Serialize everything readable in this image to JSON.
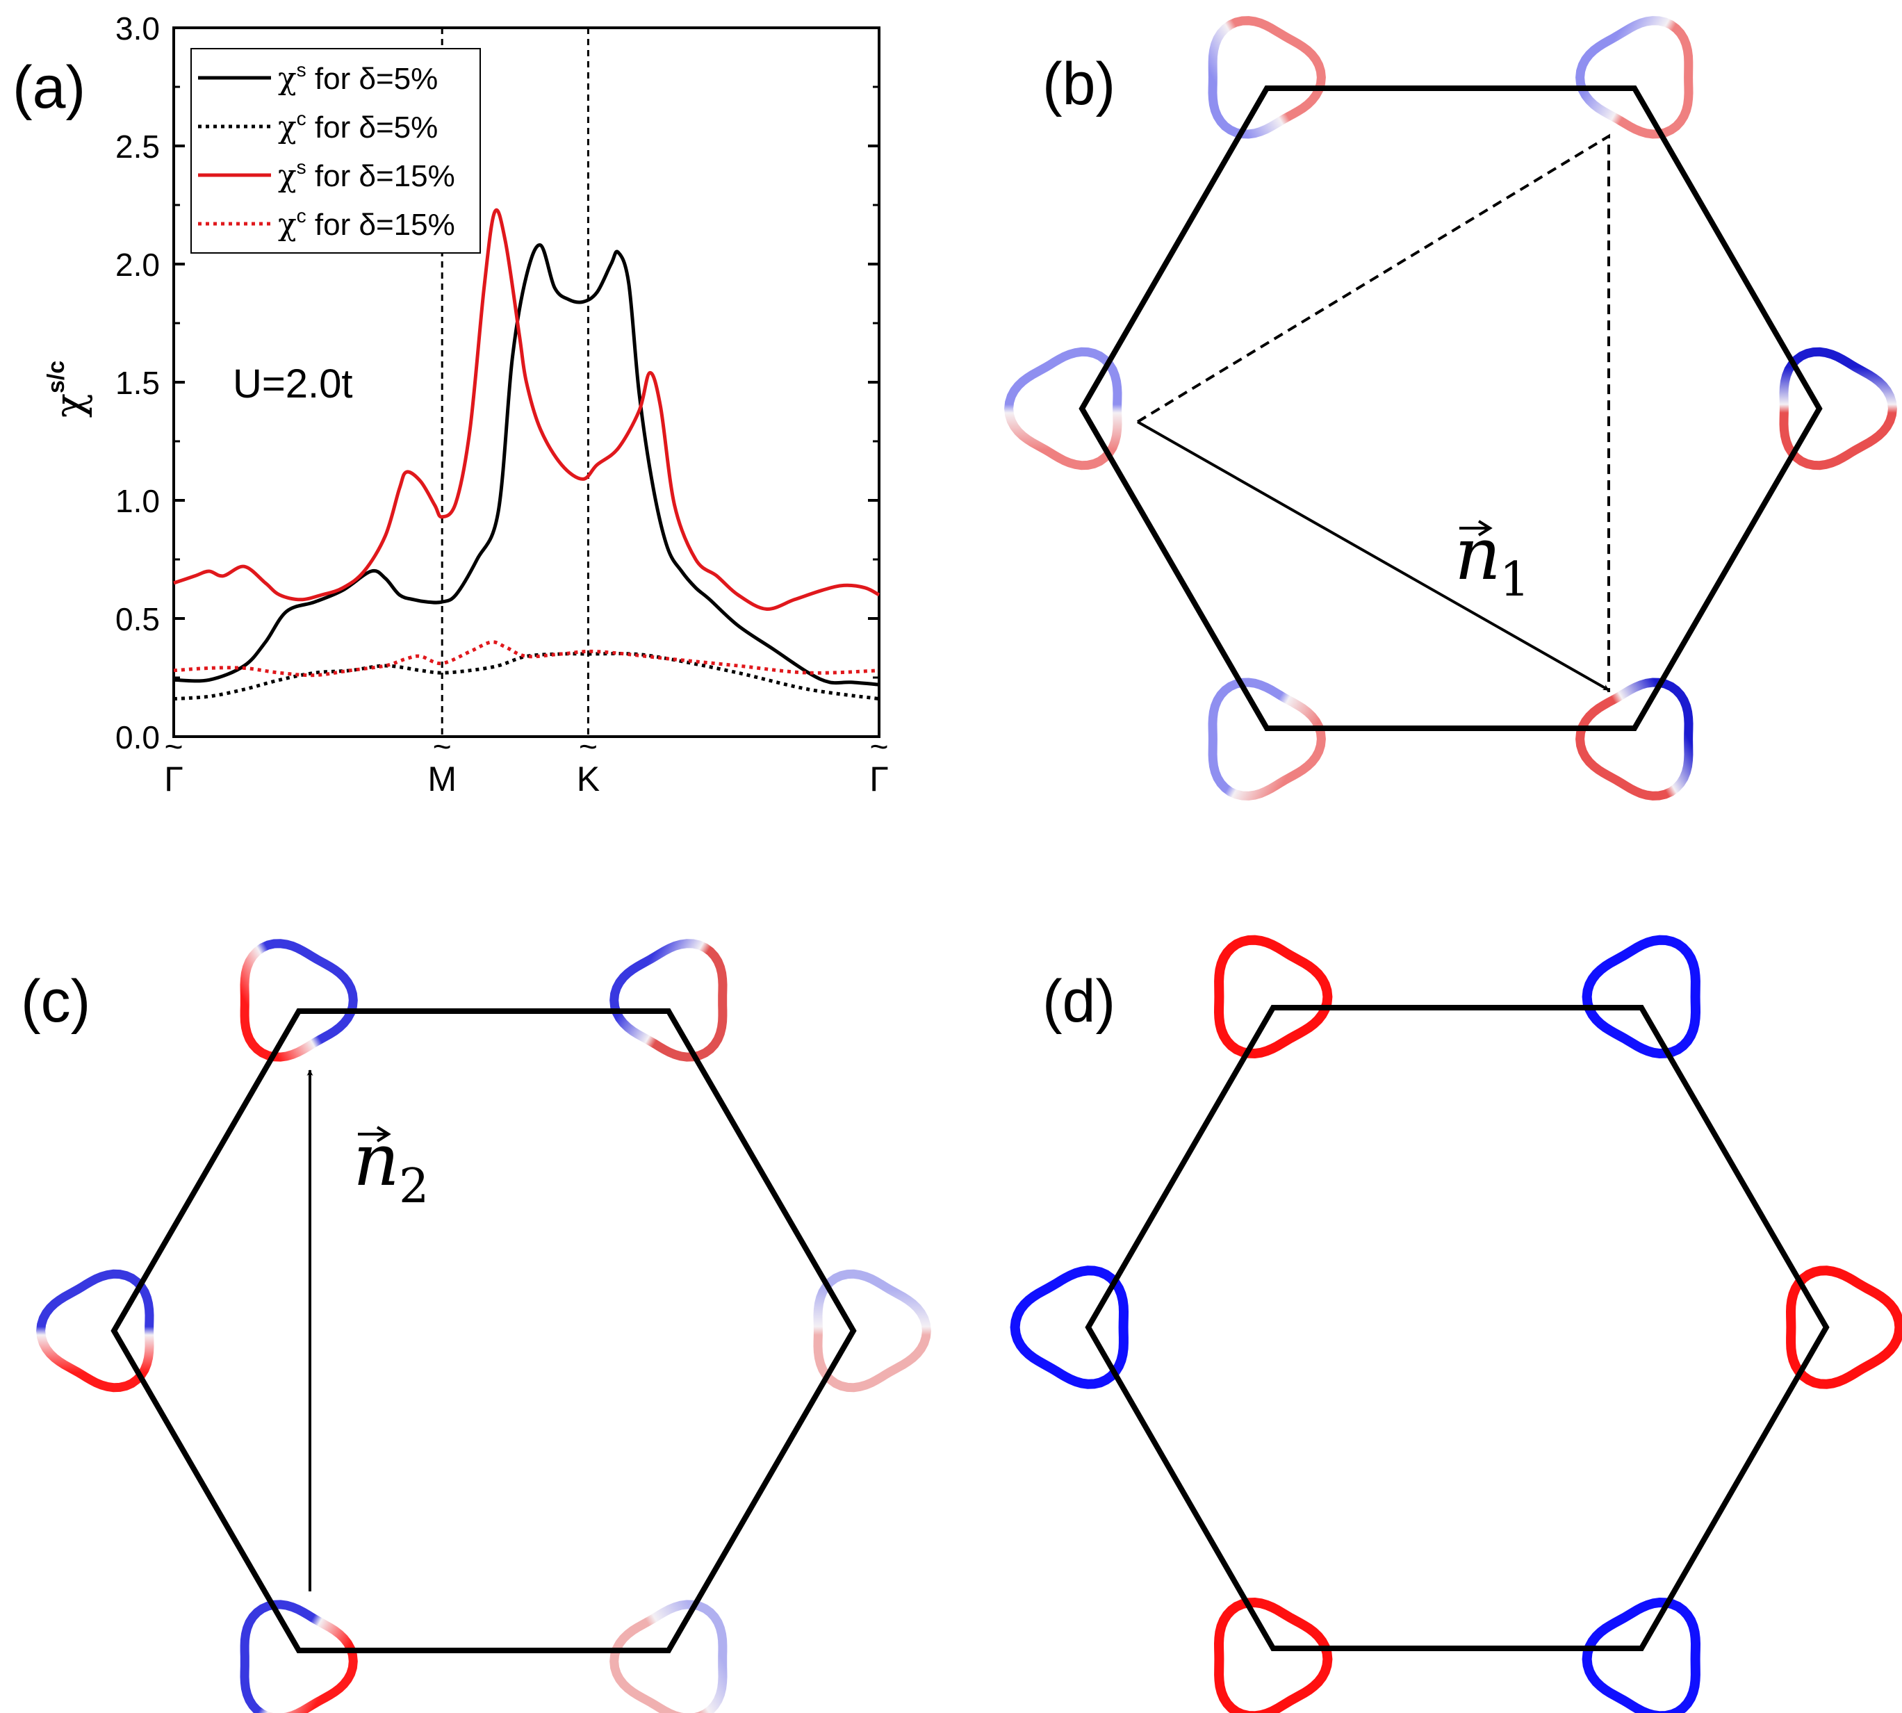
{
  "panels": {
    "a": {
      "label": "(a)"
    },
    "b": {
      "label": "(b)",
      "vector": {
        "letter": "n",
        "subscript": "1"
      }
    },
    "c": {
      "label": "(c)",
      "vector": {
        "letter": "n",
        "subscript": "2"
      }
    },
    "d": {
      "label": "(d)"
    }
  },
  "pocket_colors": {
    "b": [
      "#ef8080",
      "#8f8ff0",
      "#e85050",
      "#ef8080",
      "#8f8ff0",
      "#e85050"
    ],
    "c": [
      "#f09595",
      "#9a9af2",
      "#f09595",
      "#d93030",
      "#3030d9",
      "#d93030"
    ],
    "d": [
      "#ff1010",
      "#1010ff",
      "#ff1010",
      "#1010ff",
      "#ff1010",
      "#1010ff"
    ]
  },
  "pocket_split_colors": {
    "b": [
      [
        "#ef8080",
        "#8f8ff0"
      ],
      [
        "#ef8080",
        "#8f8ff0"
      ],
      [
        "#e85050",
        "#1b1bd0"
      ],
      [
        "#e85050",
        "#1b1bd0"
      ],
      [
        "#8f8ff0",
        "#ef8080"
      ],
      [
        "#8f8ff0",
        "#ef8080"
      ]
    ],
    "c": [
      [
        "#3838e0",
        "#ff1a1a"
      ],
      [
        "#e05050",
        "#3838e0"
      ],
      [
        "#f0b0b0",
        "#b0b0f0"
      ],
      [
        "#f0b0b0",
        "#b0b0f0"
      ],
      [
        "#3838e0",
        "#ff1a1a"
      ],
      [
        "#3838e0",
        "#ff1a1a"
      ]
    ]
  },
  "chart_data": {
    "type": "line",
    "annotation": "U=2.0t",
    "ylabel": "χ",
    "ylabel_sup": "s/c",
    "ylim": [
      0.0,
      3.0
    ],
    "xlim": [
      0,
      1
    ],
    "yticks": [
      0.0,
      0.5,
      1.0,
      1.5,
      2.0,
      2.5,
      3.0
    ],
    "ytick_labels": [
      "0.0",
      "0.5",
      "1.0",
      "1.5",
      "2.0",
      "2.5",
      "3.0"
    ],
    "xticks": [
      0,
      0.3805,
      0.5876,
      1
    ],
    "xtick_labels": [
      "Γ",
      "M",
      "K",
      "Γ"
    ],
    "xtick_accent": "~",
    "vlines": [
      0.3805,
      0.5876
    ],
    "legend_position": "top-left",
    "series": [
      {
        "name_symbol": "χ",
        "name_sup": "s",
        "name_rest": " for δ=5%",
        "color": "#000000",
        "dash": "solid",
        "x": [
          0,
          0.05,
          0.1,
          0.13,
          0.16,
          0.2,
          0.24,
          0.28,
          0.3,
          0.32,
          0.34,
          0.36,
          0.38,
          0.4,
          0.43,
          0.46,
          0.48,
          0.5,
          0.52,
          0.54,
          0.56,
          0.58,
          0.6,
          0.62,
          0.63,
          0.645,
          0.66,
          0.68,
          0.7,
          0.72,
          0.74,
          0.76,
          0.8,
          0.85,
          0.9,
          0.93,
          0.96,
          1.0
        ],
        "y": [
          0.24,
          0.24,
          0.3,
          0.4,
          0.53,
          0.57,
          0.62,
          0.7,
          0.67,
          0.6,
          0.58,
          0.57,
          0.57,
          0.6,
          0.75,
          0.95,
          1.6,
          1.95,
          2.08,
          1.9,
          1.85,
          1.84,
          1.88,
          2.0,
          2.05,
          1.92,
          1.45,
          1.05,
          0.8,
          0.7,
          0.63,
          0.58,
          0.47,
          0.37,
          0.27,
          0.23,
          0.23,
          0.22
        ]
      },
      {
        "name_symbol": "χ",
        "name_sup": "c",
        "name_rest": " for δ=5%",
        "color": "#000000",
        "dash": "dotted",
        "x": [
          0,
          0.05,
          0.1,
          0.15,
          0.2,
          0.25,
          0.3,
          0.35,
          0.38,
          0.42,
          0.46,
          0.5,
          0.55,
          0.59,
          0.65,
          0.7,
          0.8,
          0.9,
          1.0
        ],
        "y": [
          0.16,
          0.17,
          0.2,
          0.24,
          0.27,
          0.28,
          0.3,
          0.28,
          0.27,
          0.28,
          0.3,
          0.34,
          0.35,
          0.35,
          0.35,
          0.33,
          0.27,
          0.2,
          0.16
        ]
      },
      {
        "name_symbol": "χ",
        "name_sup": "s",
        "name_rest": " for δ=15%",
        "color": "#e0181c",
        "dash": "solid",
        "x": [
          0,
          0.03,
          0.05,
          0.07,
          0.1,
          0.13,
          0.15,
          0.18,
          0.21,
          0.24,
          0.27,
          0.3,
          0.32,
          0.33,
          0.35,
          0.37,
          0.38,
          0.4,
          0.42,
          0.44,
          0.455,
          0.47,
          0.49,
          0.5,
          0.52,
          0.55,
          0.58,
          0.6,
          0.63,
          0.66,
          0.675,
          0.69,
          0.71,
          0.74,
          0.77,
          0.8,
          0.84,
          0.88,
          0.92,
          0.95,
          0.98,
          1.0
        ],
        "y": [
          0.65,
          0.68,
          0.7,
          0.68,
          0.72,
          0.65,
          0.6,
          0.58,
          0.6,
          0.63,
          0.7,
          0.85,
          1.05,
          1.12,
          1.08,
          0.98,
          0.93,
          0.99,
          1.3,
          1.9,
          2.22,
          2.1,
          1.7,
          1.5,
          1.3,
          1.15,
          1.09,
          1.15,
          1.22,
          1.38,
          1.54,
          1.4,
          0.98,
          0.75,
          0.68,
          0.6,
          0.54,
          0.58,
          0.62,
          0.64,
          0.63,
          0.6
        ]
      },
      {
        "name_symbol": "χ",
        "name_sup": "c",
        "name_rest": " for δ=15%",
        "color": "#e0181c",
        "dash": "dotted",
        "x": [
          0,
          0.05,
          0.1,
          0.15,
          0.2,
          0.25,
          0.3,
          0.33,
          0.35,
          0.38,
          0.42,
          0.45,
          0.47,
          0.5,
          0.55,
          0.6,
          0.7,
          0.8,
          0.9,
          1.0
        ],
        "y": [
          0.28,
          0.29,
          0.29,
          0.27,
          0.26,
          0.28,
          0.3,
          0.33,
          0.34,
          0.31,
          0.36,
          0.4,
          0.38,
          0.34,
          0.35,
          0.36,
          0.33,
          0.3,
          0.27,
          0.28
        ]
      }
    ]
  }
}
